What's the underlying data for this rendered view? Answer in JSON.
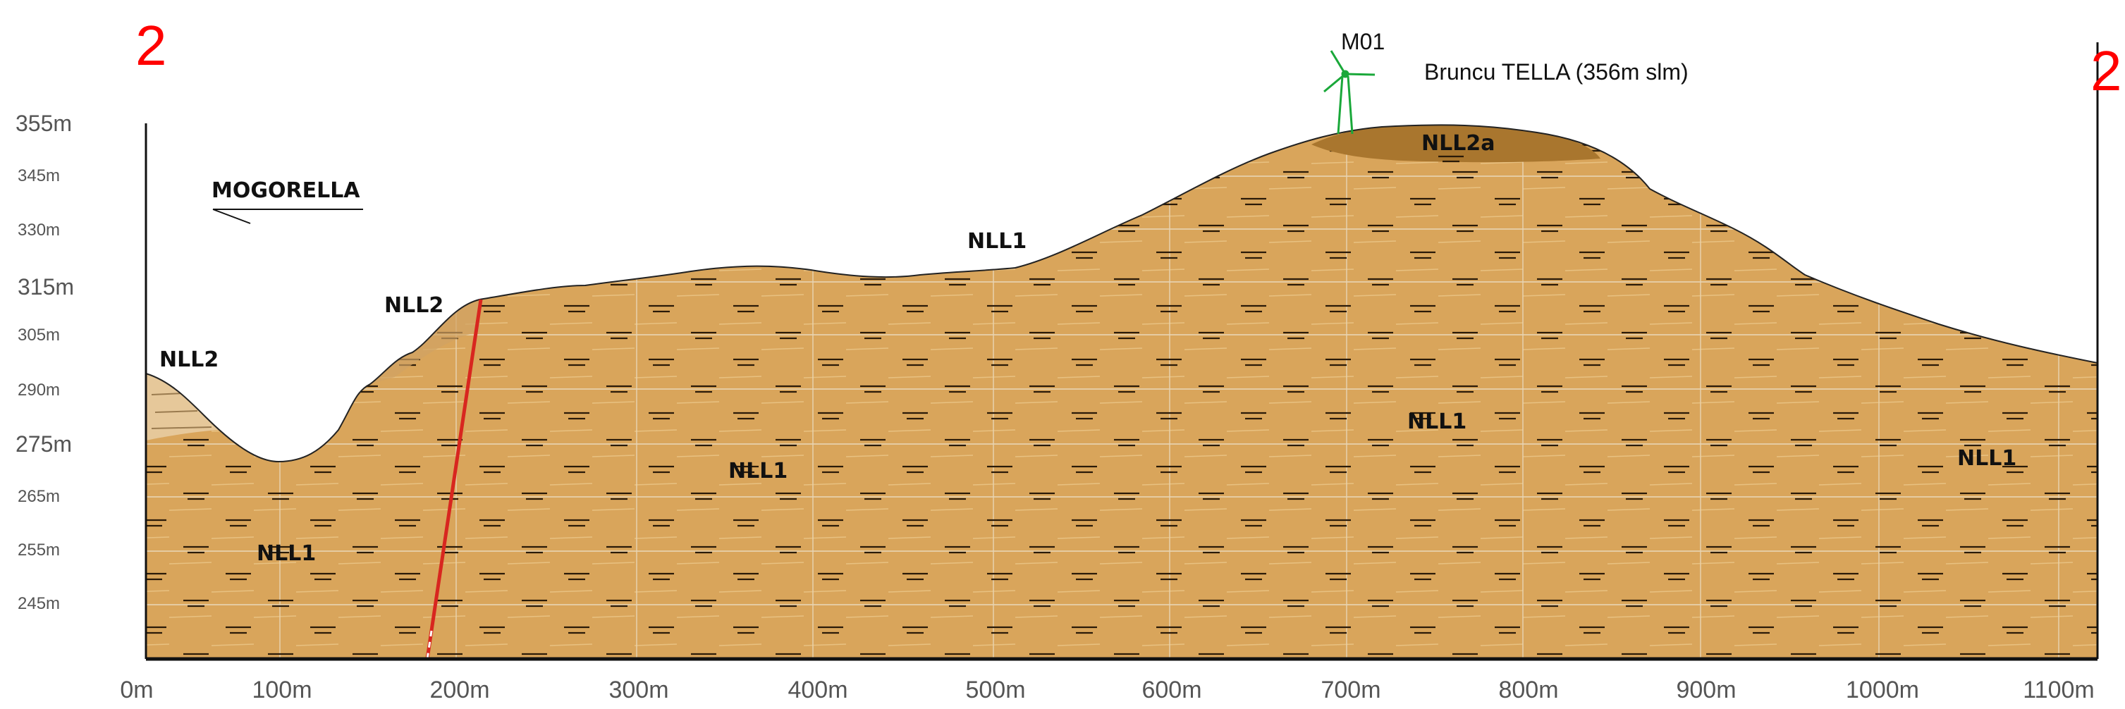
{
  "section": {
    "left_id": "2",
    "right_id": "2"
  },
  "peak": {
    "turbine_label": "M01",
    "name": "Bruncu TELLA (356m slm)"
  },
  "direction_label": "MOGORELLA",
  "units": [
    {
      "label": "NLL2",
      "where": "far left hill"
    },
    {
      "label": "NLL2",
      "where": "left slope near fault"
    },
    {
      "label": "NLL2a",
      "where": "summit cap"
    },
    {
      "label": "NLL1",
      "where": "upper slope"
    },
    {
      "label": "NLL1",
      "where": "left valley"
    },
    {
      "label": "NLL1",
      "where": "center"
    },
    {
      "label": "NLL1",
      "where": "center right"
    },
    {
      "label": "NLL1",
      "where": "right"
    }
  ],
  "x_axis": {
    "unit": "m",
    "ticks": [
      "0m",
      "100m",
      "200m",
      "300m",
      "400m",
      "500m",
      "600m",
      "700m",
      "800m",
      "900m",
      "1000m",
      "1100m"
    ]
  },
  "y_axis": {
    "unit": "m",
    "ticks": [
      {
        "label": "355m",
        "size": "big"
      },
      {
        "label": "345m",
        "size": "small"
      },
      {
        "label": "330m",
        "size": "small"
      },
      {
        "label": "315m",
        "size": "big"
      },
      {
        "label": "305m",
        "size": "small"
      },
      {
        "label": "290m",
        "size": "small"
      },
      {
        "label": "275m",
        "size": "big"
      },
      {
        "label": "265m",
        "size": "small"
      },
      {
        "label": "255m",
        "size": "small"
      },
      {
        "label": "245m",
        "size": "small"
      }
    ]
  },
  "colors": {
    "ground_fill": "#d9a55b",
    "nll2_fill": "#e6c89a",
    "nll2a_fill": "#a9762e",
    "fault_line": "#d8261f",
    "turbine": "#1aa83a",
    "section_number": "#ff0000",
    "grid": "#e8d5b4"
  }
}
